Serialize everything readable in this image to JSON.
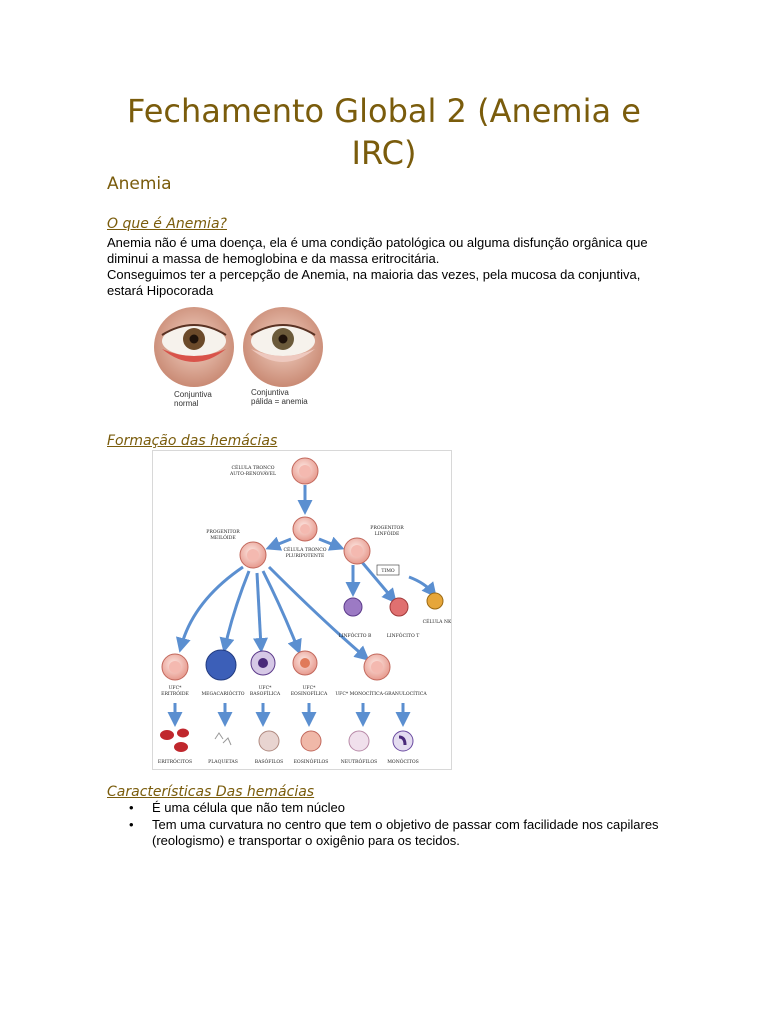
{
  "title": "Fechamento Global 2 (Anemia e IRC)",
  "section": "Anemia",
  "q1": {
    "heading": "O que é Anemia?",
    "p1": " Anemia não é uma doença, ela é uma condição patológica ou alguma disfunção orgânica que diminui a massa de hemoglobina e da massa eritrocitária.",
    "p2": "Conseguimos ter a percepção de Anemia, na maioria das vezes, pela mucosa da conjuntiva, estará Hipocorada"
  },
  "eye_figure": {
    "left_label_1": "Conjuntiva",
    "left_label_2": "normal",
    "right_label_1": "Conjuntiva",
    "right_label_2": "pálida = anemia"
  },
  "formation": {
    "heading": "Formação das hemácias",
    "labels": {
      "stem_1": "CÉLULA TRONCO",
      "stem_2": "AUTO-RENOVÁVEL",
      "prog_myeloid_1": "PROGENITOR",
      "prog_myeloid_2": "MEILÓIDE",
      "pluri_1": "CÉLULA TRONCO",
      "pluri_2": "PLURIPOTENTE",
      "prog_lymph_1": "PROGENITOR",
      "prog_lymph_2": "LINFÓIDE",
      "timo": "TIMO",
      "lymph_b": "LINFÓCITO B",
      "lymph_t": "LINFÓCITO T",
      "nk": "CÉLULA NK",
      "ufc_e_1": "UFC*",
      "ufc_e_2": "ERITRÓIDE",
      "mega": "MEGACARIÓCITO",
      "ufc_b_1": "UFC*",
      "ufc_b_2": "BASOFÍLICA",
      "ufc_eo_1": "UFC*",
      "ufc_eo_2": "EOSINOFÍLICA",
      "ufc_mg": "UFC* MONOCÍTICA-GRANULOCÍTICA",
      "eritro": "ERITRÓCITOS",
      "plaq": "PLAQUETAS",
      "baso": "BASÓFILOS",
      "eosino": "EOSINÓFILOS",
      "neutro": "NEUTRÓFILOS",
      "mono": "MONÓCITOS"
    }
  },
  "characteristics": {
    "heading": "Características Das hemácias ",
    "items": [
      "É uma célula que não tem núcleo",
      "Tem uma curvatura no centro que tem o objetivo de passar com facilidade nos capilares (reologismo) e transportar o oxigênio para os tecidos."
    ]
  },
  "colors": {
    "heading": "#7a5c0c",
    "arrow": "#5b8fd0"
  }
}
